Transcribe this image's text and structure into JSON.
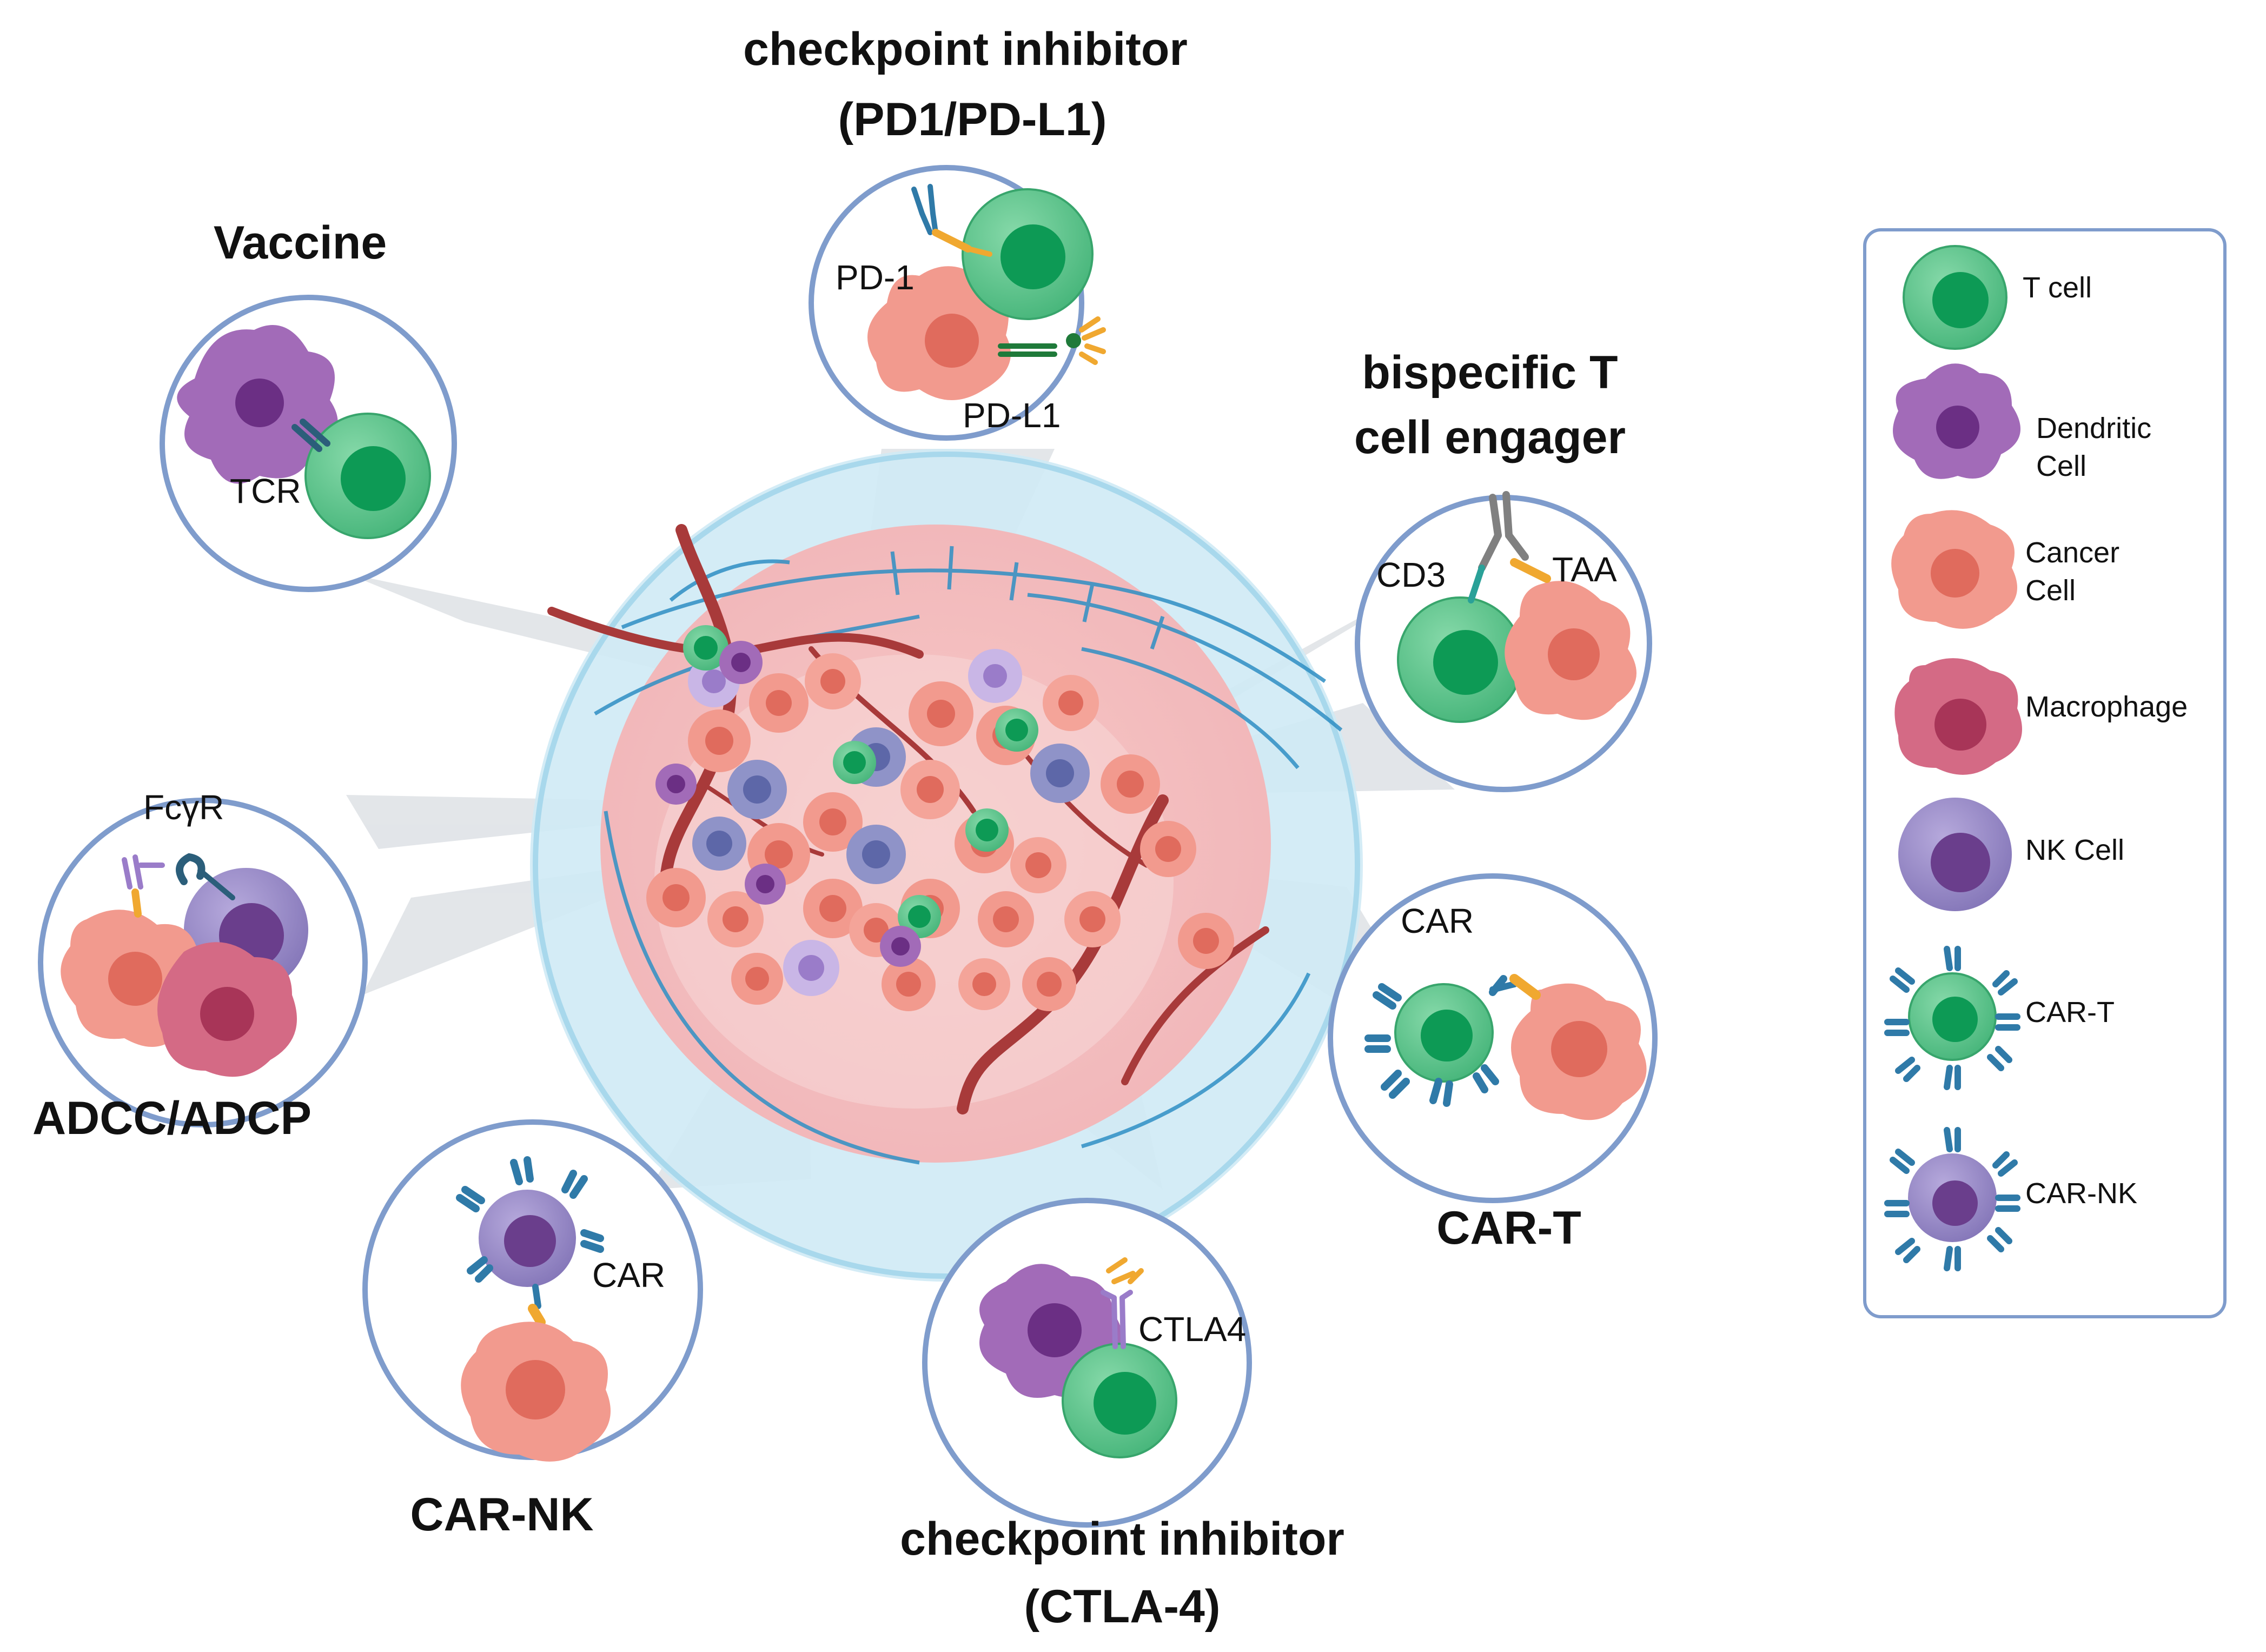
{
  "titles": {
    "checkpoint_pd1_line1": "checkpoint inhibitor",
    "checkpoint_pd1_line2": "(PD1/PD-L1)",
    "vaccine": "Vaccine",
    "bispecific_line1": "bispecific T",
    "bispecific_line2": "cell engager",
    "adcc": "ADCC/ADCP",
    "car_t": "CAR-T",
    "car_nk": "CAR-NK",
    "checkpoint_ctla4_line1": "checkpoint inhibitor",
    "checkpoint_ctla4_line2": "(CTLA-4)"
  },
  "labels": {
    "pd1": "PD-1",
    "pdl1": "PD-L1",
    "tcr": "TCR",
    "cd3": "CD3",
    "taa": "TAA",
    "fcgr": "FcγR",
    "car_cart": "CAR",
    "car_carnk": "CAR",
    "ctla4": "CTLA4"
  },
  "legend": {
    "t_cell": "T cell",
    "dendritic_line1": "Dendritic",
    "dendritic_line2": "Cell",
    "cancer_line1": "Cancer",
    "cancer_line2": "Cell",
    "macrophage": "Macrophage",
    "nk": "NK Cell",
    "car_t": "CAR-T",
    "car_nk": "CAR-NK"
  },
  "colors": {
    "t_cell": "#5dc08a",
    "t_nucleus": "#0d9a55",
    "dendritic": "#a26bb8",
    "cancer": "#f29a8e",
    "macrophage": "#d46a85",
    "nk": "#9486c2",
    "receptor": "#2f7aa8",
    "antigen": "#f0a830",
    "circle_border": "#7f9ccc",
    "tumor_halo": "#bfe4f0",
    "vessel": "#a83a3a"
  }
}
